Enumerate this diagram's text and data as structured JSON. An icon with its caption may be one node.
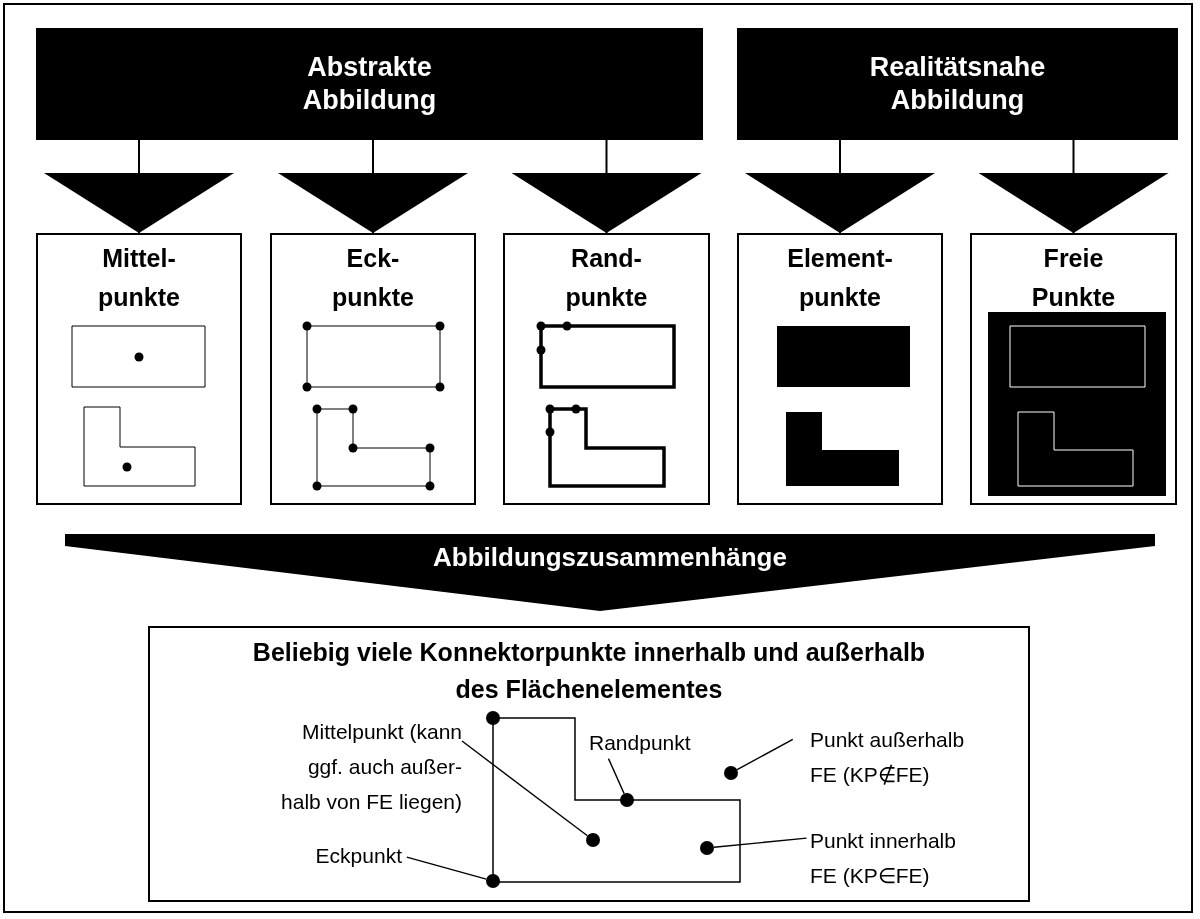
{
  "diagram": {
    "nodes": [
      {
        "text": [
          "Abstrakte Abbildung"
        ]
      },
      {
        "text": [
          "Realitätsnahe Abbildung"
        ]
      },
      {
        "text": [
          "Mittel- punkte"
        ]
      },
      {
        "text": [
          "Eck- punkte"
        ]
      },
      {
        "text": [
          "Rand- punkte"
        ]
      },
      {
        "text": [
          "Element- punkte"
        ]
      },
      {
        "text": [
          "Freie Punkte"
        ]
      },
      {
        "text": [
          "Abbildungszusammenhänge"
        ]
      },
      {
        "text": [
          "Beliebig viele Konnektorpunkte innerhalb und außerhalb des Flächenelementes"
        ]
      },
      {
        "text": [
          "Mittelpunkt (kann ggf. auch außer- halb von FE liegen)"
        ],
        "in": 8
      },
      {
        "text": [
          "Eckpunkt"
        ],
        "in": 8
      },
      {
        "text": [
          "Randpunkt"
        ],
        "in": 8
      },
      {
        "text": [
          "Punkt außerhalb FE (KP∉FE)"
        ],
        "in": 8
      },
      {
        "text": [
          "Punkt innerhalb FE (KP∈FE)"
        ],
        "in": 8
      },
      {
        "text": [],
        "shape": "circle",
        "in": 8
      },
      {
        "text": [],
        "shape": "circle",
        "in": 8
      },
      {
        "text": [],
        "shape": "circle",
        "in": 8
      },
      {
        "text": [],
        "shape": "circle",
        "in": 8
      },
      {
        "text": [],
        "shape": "circle",
        "in": 8
      },
      {
        "text": [],
        "shape": "circle",
        "in": 8
      }
    ],
    "edges": [
      {
        "from": 0,
        "to": 2,
        "arrow": "to"
      },
      {
        "from": 0,
        "to": 3,
        "arrow": "to"
      },
      {
        "from": 0,
        "to": 4,
        "arrow": "to"
      },
      {
        "from": 1,
        "to": 5,
        "arrow": "to"
      },
      {
        "from": 1,
        "to": 6,
        "arrow": "to"
      },
      {
        "from": 9,
        "to": 16,
        "arrow": "none"
      },
      {
        "from": 10,
        "to": 15,
        "arrow": "none"
      },
      {
        "from": 11,
        "to": 17,
        "arrow": "none"
      },
      {
        "from": 12,
        "to": 19,
        "arrow": "none"
      },
      {
        "from": 13,
        "to": 18,
        "arrow": "none"
      }
    ]
  }
}
